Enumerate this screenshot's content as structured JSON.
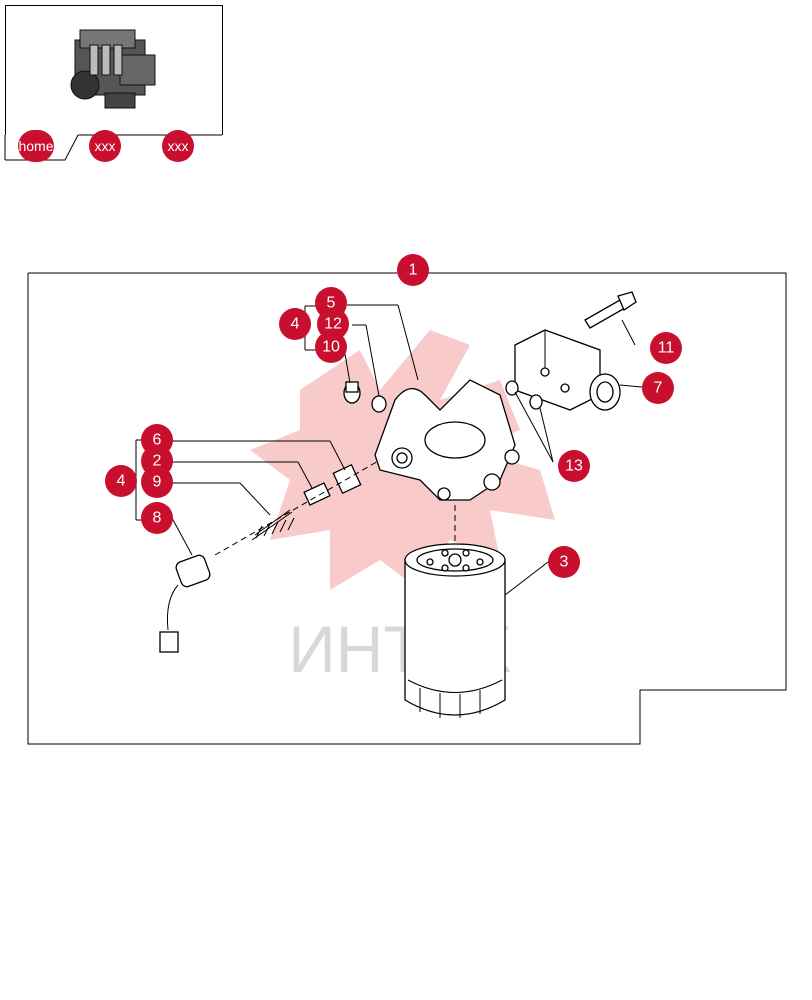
{
  "nav": {
    "home_label": "home",
    "link1_label": "xxx",
    "link2_label": "xxx"
  },
  "watermark": {
    "text": "ИНТЕХ"
  },
  "colors": {
    "callout": "#c8102e",
    "watermark": "#f4a6a6",
    "line": "#000000"
  },
  "callouts": [
    {
      "id": "1",
      "label": "1"
    },
    {
      "id": "2",
      "label": "2"
    },
    {
      "id": "3",
      "label": "3"
    },
    {
      "id": "4a",
      "label": "4"
    },
    {
      "id": "4b",
      "label": "4"
    },
    {
      "id": "5",
      "label": "5"
    },
    {
      "id": "6",
      "label": "6"
    },
    {
      "id": "7",
      "label": "7"
    },
    {
      "id": "8",
      "label": "8"
    },
    {
      "id": "9",
      "label": "9"
    },
    {
      "id": "10",
      "label": "10"
    },
    {
      "id": "11",
      "label": "11"
    },
    {
      "id": "12",
      "label": "12"
    },
    {
      "id": "13",
      "label": "13"
    }
  ]
}
